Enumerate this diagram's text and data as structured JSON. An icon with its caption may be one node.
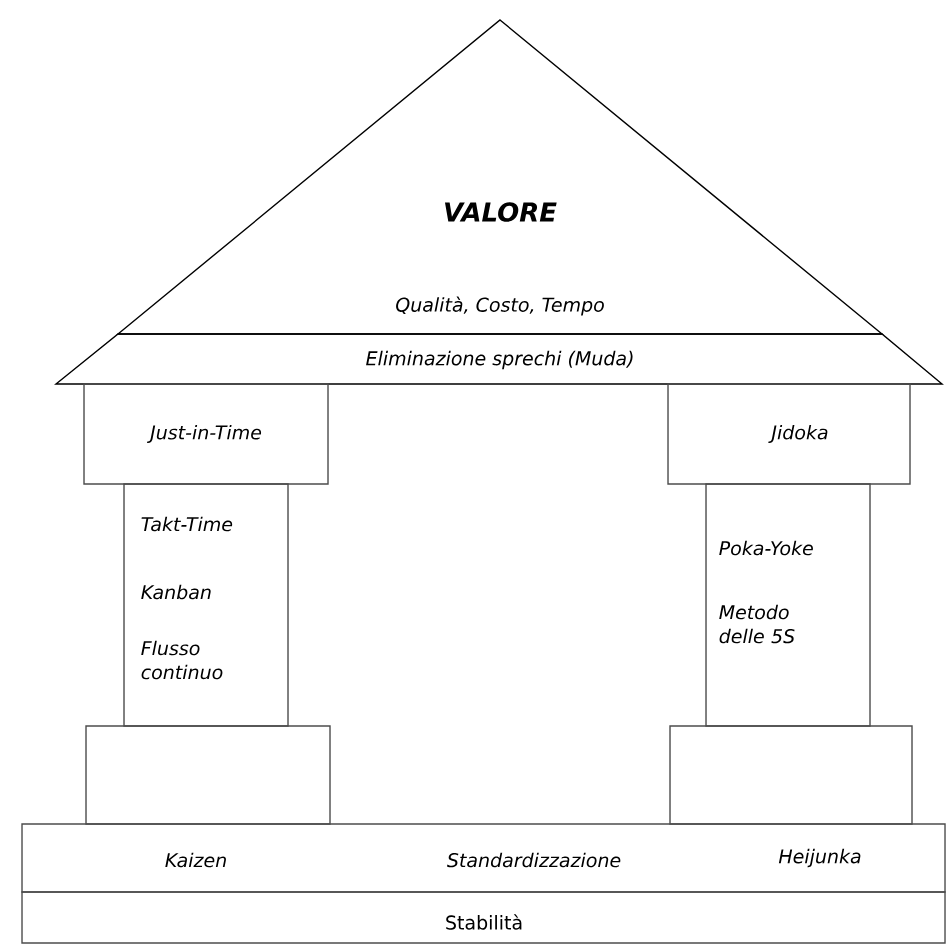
{
  "diagram": {
    "nodes": [
      {
        "text": [
          "VALORE",
          "Qualità, Costo, Tempo"
        ]
      },
      {
        "text": [
          "Eliminazione sprechi (Muda)"
        ]
      },
      {
        "text": [
          "Just-in-Time"
        ]
      },
      {
        "text": [
          "Jidoka"
        ]
      },
      {
        "text": [
          "Takt-Time",
          "Kanban",
          "Flusso continuo"
        ]
      },
      {
        "text": [
          "Poka-Yoke",
          "Metodo delle 5S"
        ]
      },
      {
        "text": [],
        "shape": "box"
      },
      {
        "text": [],
        "shape": "box"
      },
      {
        "text": [
          "Kaizen",
          "Standardizzazione",
          "Heijunka"
        ]
      },
      {
        "text": [
          "Stabilità"
        ]
      }
    ]
  }
}
